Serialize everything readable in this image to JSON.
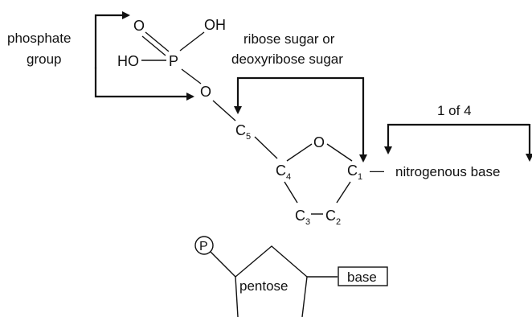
{
  "labels": {
    "phosphate_line1": "phosphate",
    "phosphate_line2": "group",
    "sugar_line1": "ribose sugar or",
    "sugar_line2": "deoxyribose sugar",
    "base_count": "1 of 4",
    "nitrogenous_base": "nitrogenous base"
  },
  "atoms": {
    "o_double": "O",
    "oh": "OH",
    "ho": "HO",
    "p": "P",
    "o_ester": "O",
    "c5": "C",
    "c5_sub": "5",
    "ring_o": "O",
    "c4": "C",
    "c4_sub": "4",
    "c1": "C",
    "c1_sub": "1",
    "c3": "C",
    "c3_sub": "3",
    "c2": "C",
    "c2_sub": "2",
    "dash": "—"
  },
  "schematic": {
    "phosphate_symbol": "P",
    "pentose_label": "pentose",
    "base_label": "base"
  },
  "colors": {
    "ink": "#111111",
    "background": "#ffffff"
  }
}
